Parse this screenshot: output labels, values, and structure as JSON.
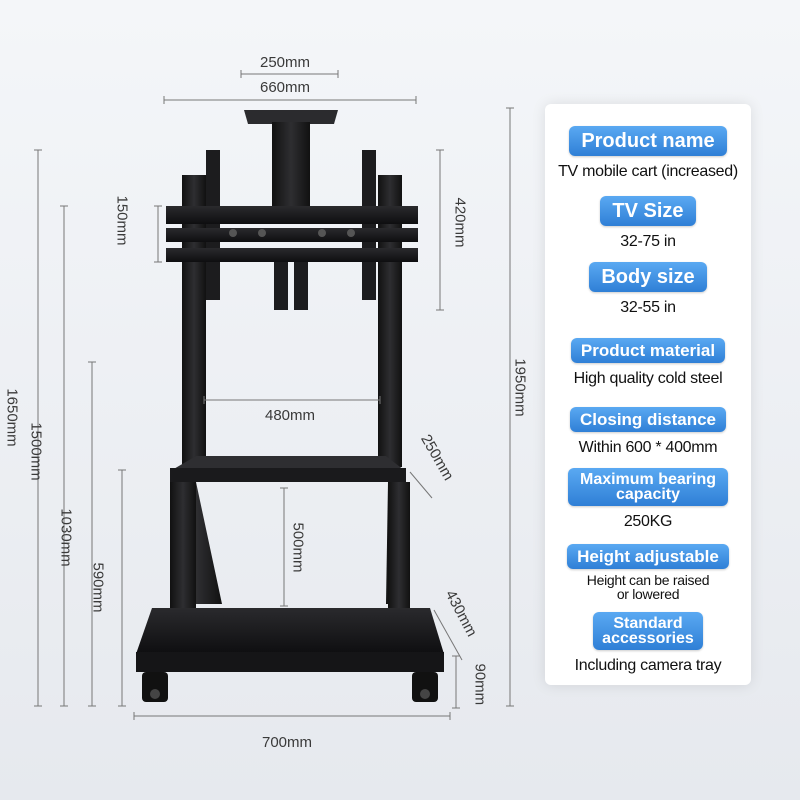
{
  "dimensions": {
    "mount_top_width": "250mm",
    "head_width": "660mm",
    "vesa_height": "150mm",
    "bracket_height": "420mm",
    "total_height": "1950mm",
    "height_1650": "1650mm",
    "height_1500": "1500mm",
    "height_1030": "1030mm",
    "height_590": "590mm",
    "tray_width": "480mm",
    "tray_depth": "250mm",
    "tray_height": "500mm",
    "base_depth": "430mm",
    "wheel_height": "90mm",
    "base_width": "700mm"
  },
  "specs": [
    {
      "label": "Product name",
      "value": "TV mobile cart (increased)"
    },
    {
      "label": "TV Size",
      "value": "32-75 in"
    },
    {
      "label": "Body size",
      "value": "32-55 in"
    },
    {
      "label": "Product material",
      "value": "High quality cold steel"
    },
    {
      "label": "Closing distance",
      "value": "Within 600 * 400mm"
    },
    {
      "label": "Maximum bearing capacity",
      "value": "250KG"
    },
    {
      "label": "Height adjustable",
      "value": "Height can be raised or lowered"
    },
    {
      "label": "Standard accessories",
      "value": "Including camera tray"
    }
  ],
  "colors": {
    "pill": "#2f7fd6",
    "steel": "#1b1b1d",
    "dimension_line": "#777777"
  }
}
